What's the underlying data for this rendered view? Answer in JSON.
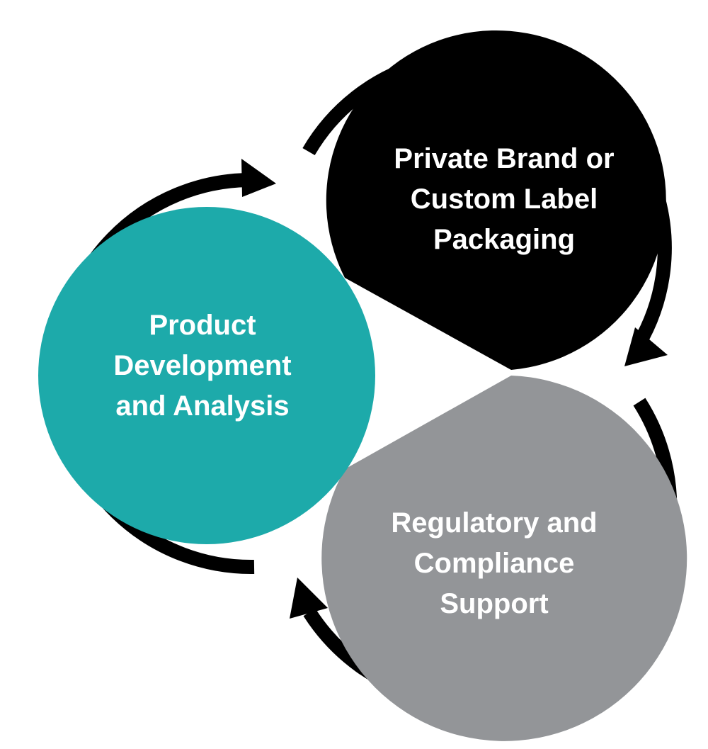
{
  "nodes": {
    "top": {
      "lines": [
        "Private Brand or",
        "Custom Label",
        "Packaging"
      ],
      "color": "#000000"
    },
    "left": {
      "lines": [
        "Product",
        "Development",
        "and Analysis"
      ],
      "color": "#1daaaa"
    },
    "bottom": {
      "lines": [
        "Regulatory and",
        "Compliance",
        "Support"
      ],
      "color": "#939598"
    }
  },
  "colors": {
    "arrow": "#000000",
    "text": "#ffffff",
    "background": "#ffffff"
  }
}
